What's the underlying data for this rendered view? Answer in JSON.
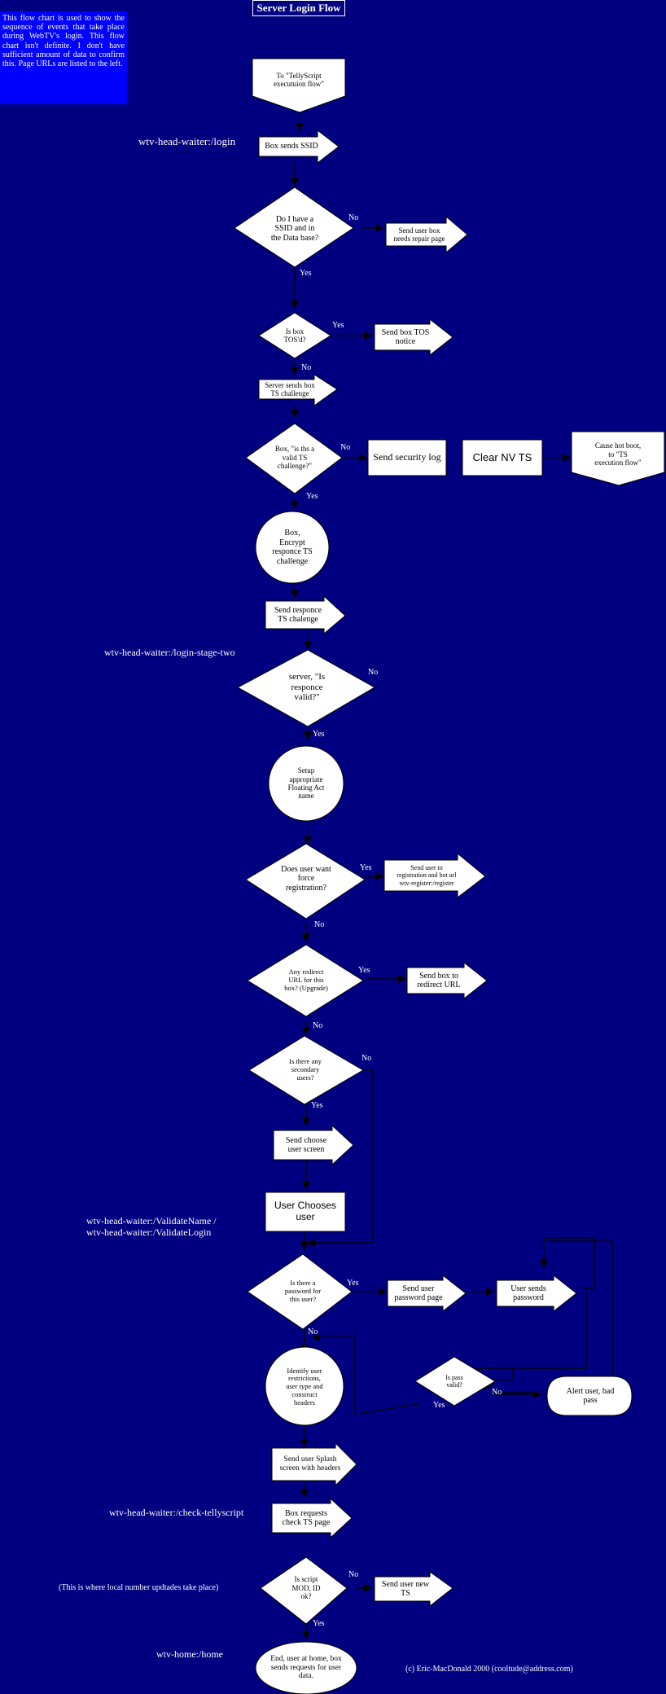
{
  "title": "Server Login Flow",
  "intro": "This flow chart is used to show the sequence of events that take place during WebTV's login. This flow chart isn't definite. I don't have sufficient amount of data to confirm this. Page URLs are listed to the left.",
  "urls": {
    "login": "wtv-head-waiter:/login",
    "login_stage_two": "wtv-head-waiter:/login-stage-two",
    "validate": "wtv-head-waiter:/ValidateName /\nwtv-head-waiter:/ValidateLogin",
    "check_tellyscript": "wtv-head-waiter:/check-tellyscript",
    "local_note": "(This is where local number updtades take place)",
    "home": "wtv-home:/home"
  },
  "nodes": {
    "to_tellyscript": "To \"TellyScript\nexecutuion flow\"",
    "box_sends_ssid": "Box sends SSID",
    "have_ssid": "Do I have a\nSSID and  in\nthe Data base?",
    "needs_repair": "Send user box\nneeds repair page",
    "box_tosd": "Is box\nTOS'd?",
    "send_tos": "Send box TOS\nnotice",
    "ts_challenge": "Server sends box\nTS challenge",
    "valid_ts": "Box, \"is ths a\nvalid TS\nchallenge?\"",
    "security_log": "Send security log",
    "clear_nv": "Clear NV TS",
    "hot_boot": "Cause hot boot,\nto \"TS\nexecution flow\"",
    "encrypt": "Box,\nEncrypt\nresponce TS\nchallenge",
    "send_response": "Send responce\nTS chalenge",
    "response_valid": "server, \"Is\nresponce\nvalid?\"",
    "floating_act": "Setup\nappropriate\nFloating Act\nname",
    "force_reg": "Does user want\nforce\nregistration?",
    "send_registration": "Send user to\nregistration and bot url\nwtv-register:/register",
    "redirect_q": "Any redirect\nURL for this\nbox? (Upgrade)",
    "send_redirect": "Send box to\nredirect URL",
    "secondary_q": "Is there any\nsecondary\nusers?",
    "choose_screen": "Send choose\nuser screen",
    "user_chooses": "User Chooses\nuser",
    "password_q": "Is there a\npassword for\nthis user?",
    "send_password_page": "Send user\npassword page",
    "user_sends_password": "User sends\npassword",
    "identify": "Identify user\nrestrictions,\nuser type and\nconstruct\nheaders",
    "pass_valid": "Is pass\nvalid?",
    "alert_user": "Alert user, bad\npass",
    "splash": "Send user Splash\nscreen with headers",
    "check_ts": "Box requests\ncheck TS page",
    "script_ok": "Is script\nMOD, ID\nok?",
    "send_new_ts": "Send user new\nTS",
    "end_home": "End, user at home, box\nsends requests for user\ndata."
  },
  "edge_labels": {
    "yes": "Yes",
    "no": "No"
  },
  "copyright": "(c) Eric-MacDonald 2000 (cooltude@address.com)"
}
